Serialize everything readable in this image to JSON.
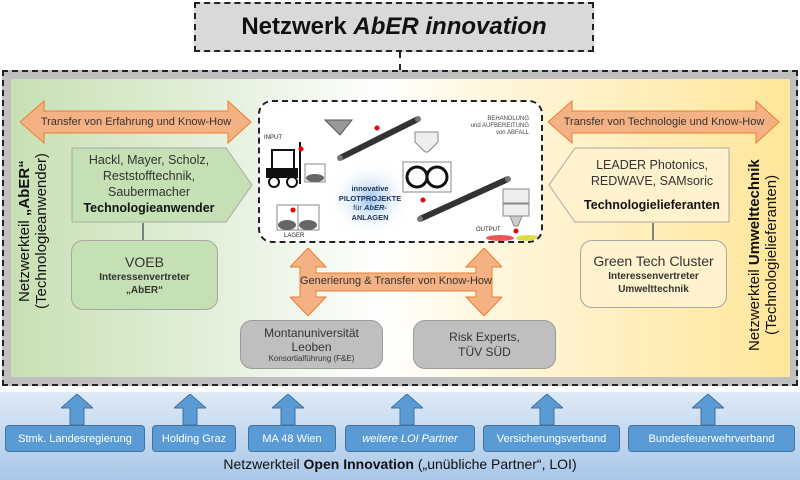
{
  "title": {
    "prefix": "Netzwerk ",
    "italic": "AbER innovation"
  },
  "left": {
    "vertical_title_prefix": "Netzwerkteil ",
    "vertical_title_bold": "„AbER“",
    "vertical_subtitle": "(Technologieanwender)",
    "arrow_label": "Transfer von Erfahrung und Know-How",
    "members": [
      "Hackl, Mayer, Scholz,",
      "Reststofftechnik,",
      "Saubermacher"
    ],
    "role": "Technologieanwender",
    "rep_name": "VOEB",
    "rep_role": "Interessenvertreter",
    "rep_sub": "„AbER“"
  },
  "right": {
    "vertical_title_prefix": "Netzwerkteil ",
    "vertical_title_bold": "Umwelttechnik",
    "vertical_subtitle": "(Technologielieferanten)",
    "arrow_label": "Transfer von Technologie und Know-How",
    "members": [
      "LEADER Photonics,",
      "REDWAVE, SAMsoric"
    ],
    "role": "Technologielieferanten",
    "rep_name": "Green Tech Cluster",
    "rep_role": "Interessenvertreter",
    "rep_sub": "Umwelttechnik"
  },
  "center": {
    "input": "INPUT",
    "lager": "LAGER",
    "output": "OUTPUT",
    "process": [
      "BEHANDLUNG",
      "und AUFBEREITUNG",
      "von ABFALL"
    ],
    "pilot": {
      "l1": "innovative",
      "l2": "PILOTPROJEKTE",
      "l3a": "für ",
      "l3b": "AbER-",
      "l4": "ANLAGEN"
    },
    "arrow_label": "Generierung & Transfer von Know-How",
    "montan": {
      "l1": "Montanuniversität",
      "l2": "Leoben",
      "sub": "Konsortialführung (F&E)"
    },
    "risk": {
      "l1": "Risk Experts,",
      "l2": "TÜV SÜD"
    }
  },
  "bottom": {
    "partners": [
      "Stmk. Landesregierung",
      "Holding Graz",
      "MA 48 Wien",
      "weitere LOI Partner",
      "Versicherungsverband",
      "Bundesfeuerwehrverband"
    ],
    "label_prefix": "Netzwerkteil ",
    "label_bold": "Open Innovation",
    "label_suffix": " („unübliche Partner“, LOI)"
  },
  "colors": {
    "orange": "#f4b183",
    "green": "#c5e0b4",
    "yellow": "#fff2cc",
    "blue": "#5b9bd5",
    "gray": "#bfbfbf"
  }
}
